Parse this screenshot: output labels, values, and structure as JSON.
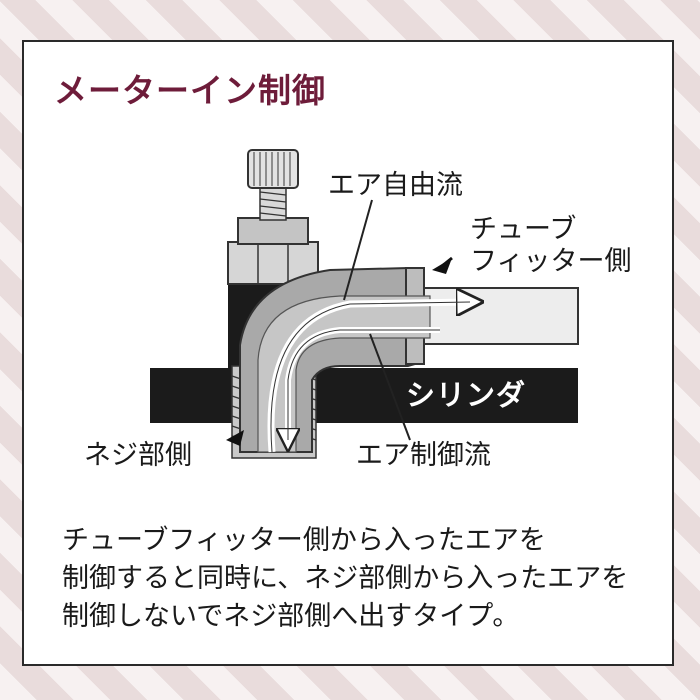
{
  "title": "メーターイン制御",
  "labels": {
    "free_flow": "エア自由流",
    "tube_fitting_line1": "チューブ",
    "tube_fitting_line2": "フィッター側",
    "cylinder": "シリンダ",
    "thread_side": "ネジ部側",
    "controlled_flow": "エア制御流"
  },
  "description": [
    "チューブフィッター側から入ったエアを",
    "制御すると同時に、ネジ部側から入ったエアを",
    "制御しないでネジ部側へ出すタイプ。"
  ],
  "colors": {
    "title": "#6e1c3a",
    "body_gray": "#a9a9a9",
    "cylinder": "#1b1b1b"
  }
}
